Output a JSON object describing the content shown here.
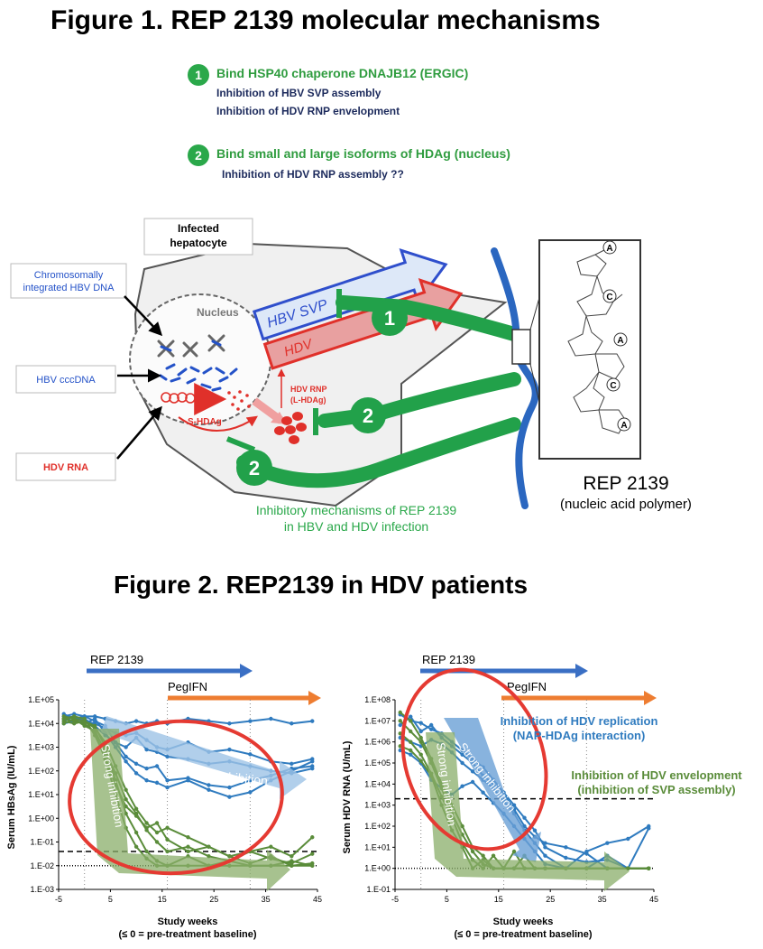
{
  "figure1": {
    "title": "Figure 1. REP 2139 molecular mechanisms",
    "mechanisms": [
      {
        "number": "1",
        "heading": "Bind HSP40 chaperone DNAJB12 (ERGIC)",
        "details": [
          "Inhibition of HBV SVP assembly",
          "Inhibition of HDV RNP envelopment"
        ]
      },
      {
        "number": "2",
        "heading": "Bind small and large isoforms of HDAg (nucleus)",
        "details": [
          "Inhibition of HDV RNP assembly ??"
        ]
      }
    ],
    "diagram": {
      "infected_hepatocyte": "Infected hepatocyte",
      "chromosomal_dna": "Chromosomally integrated HBV DNA",
      "cccdna": "HBV cccDNA",
      "hdv_rna": "HDV RNA",
      "nucleus": "Nucleus",
      "s_hdag": "S-HDAg",
      "hdv_rnp": "HDV RNP",
      "l_hdag": "(L-HDAg)",
      "hbv_svp": "HBV SVP",
      "hdv": "HDV",
      "inhibitor_labels": [
        "1",
        "2",
        "2"
      ],
      "caption_lines": [
        "Inhibitory mechanisms of REP 2139",
        "in HBV and HDV infection"
      ],
      "rep_name": "REP 2139",
      "rep_desc": "(nucleic acid polymer)",
      "structure_letters": [
        "A",
        "C",
        "A",
        "C",
        "A"
      ]
    }
  },
  "figure2": {
    "title": "Figure 2. REP2139 in HDV patients",
    "panels": [
      {
        "rep_label": "REP 2139",
        "peg_label": "PegIFN",
        "ylabel": "Serum HBsAg (IU/mL)",
        "xlabel": "Study weeks",
        "xnote": "(≤ 0 = pre-treatment baseline)",
        "annotations": [
          "Strong inhibition",
          "Mild inhibition"
        ]
      },
      {
        "rep_label": "REP 2139",
        "peg_label": "PegIFN",
        "ylabel": "Serum HDV RNA (U/mL)",
        "xlabel": "Study weeks",
        "xnote": "(≤ 0 = pre-treatment baseline)",
        "annotations": [
          "Strong inhibition",
          "Strong inhibition",
          "Inhibition of HDV replication",
          "(NAP-HDAg interaction)",
          "Inhibition of HDV envelopment",
          "(inhibition of SVP assembly)"
        ]
      }
    ]
  },
  "chart_data": [
    {
      "type": "line",
      "ylabel": "Serum HBsAg (IU/mL)",
      "xlabel": "Study weeks",
      "x_ticks": [
        -5,
        5,
        15,
        25,
        35,
        45
      ],
      "y_ticks": [
        "1.E-03",
        "1.E-02",
        "1.E-01",
        "1.E+00",
        "1.E+01",
        "1.E+02",
        "1.E+03",
        "1.E+04",
        "1.E+05"
      ],
      "xlim": [
        -5,
        45
      ],
      "ylim_log10": [
        -3,
        5
      ],
      "colors": {
        "blue": "#2f7bbf",
        "green": "#5a8c3a"
      },
      "series": [
        {
          "color": "blue",
          "x": [
            -4,
            -2,
            0,
            2,
            4,
            6,
            8,
            10,
            12,
            14,
            16,
            20,
            24,
            28,
            32,
            36,
            40,
            44
          ],
          "y_log10": [
            4.3,
            4.4,
            4.3,
            4.3,
            4.2,
            4.1,
            4.0,
            4.1,
            4.0,
            4.1,
            4.0,
            4.2,
            4.1,
            4.0,
            4.1,
            4.2,
            4.0,
            4.1
          ]
        },
        {
          "color": "blue",
          "x": [
            -4,
            -2,
            0,
            2,
            4,
            6,
            8,
            10,
            12,
            14,
            16,
            20,
            24,
            28,
            32,
            36,
            40,
            44
          ],
          "y_log10": [
            4.2,
            4.3,
            4.1,
            4.0,
            3.8,
            3.6,
            3.5,
            3.6,
            3.3,
            3.0,
            2.9,
            3.2,
            2.8,
            2.9,
            2.7,
            2.4,
            2.3,
            2.5
          ]
        },
        {
          "color": "blue",
          "x": [
            -4,
            -2,
            0,
            2,
            4,
            6,
            8,
            10,
            12,
            14,
            16,
            20,
            24,
            28,
            32,
            36,
            40,
            44
          ],
          "y_log10": [
            4.0,
            4.1,
            4.2,
            3.9,
            3.5,
            3.2,
            3.0,
            3.4,
            2.9,
            2.8,
            2.6,
            2.5,
            2.3,
            2.4,
            2.2,
            2.0,
            1.9,
            2.1
          ]
        },
        {
          "color": "blue",
          "x": [
            -4,
            -2,
            0,
            2,
            4,
            6,
            8,
            10,
            12,
            14,
            16,
            20,
            24,
            28,
            32,
            36,
            40,
            44
          ],
          "y_log10": [
            4.4,
            4.2,
            4.3,
            4.1,
            3.9,
            3.2,
            2.6,
            2.3,
            2.1,
            2.2,
            1.6,
            1.7,
            1.4,
            1.3,
            1.6,
            1.8,
            2.1,
            2.2
          ]
        },
        {
          "color": "blue",
          "x": [
            -4,
            -2,
            0,
            2,
            4,
            6,
            8,
            10,
            12,
            14,
            16,
            20,
            24,
            28,
            32,
            36,
            40,
            44
          ],
          "y_log10": [
            4.1,
            4.3,
            4.0,
            4.2,
            3.6,
            3.0,
            2.4,
            1.9,
            1.6,
            1.5,
            1.3,
            1.6,
            1.2,
            0.9,
            1.1,
            1.6,
            2.0,
            2.4
          ]
        },
        {
          "color": "green",
          "x": [
            -4,
            -2,
            0,
            2,
            4,
            6,
            8,
            10,
            12,
            14,
            16,
            20,
            24,
            28,
            32,
            36,
            40,
            44
          ],
          "y_log10": [
            4.2,
            4.1,
            4.0,
            3.6,
            2.5,
            1.0,
            -0.4,
            -1.2,
            -1.7,
            -2.0,
            -2.0,
            -2.0,
            -2.0,
            -2.0,
            -2.0,
            -2.0,
            -2.0,
            -2.0
          ]
        },
        {
          "color": "green",
          "x": [
            -4,
            -2,
            0,
            2,
            4,
            6,
            8,
            10,
            12,
            14,
            16,
            20,
            24,
            28,
            32,
            36,
            40,
            44
          ],
          "y_log10": [
            4.3,
            4.2,
            4.1,
            3.9,
            3.0,
            1.6,
            0.2,
            -0.6,
            -1.4,
            -1.8,
            -2.0,
            -1.6,
            -2.0,
            -1.8,
            -2.0,
            -2.0,
            -1.8,
            -2.0
          ]
        },
        {
          "color": "green",
          "x": [
            -4,
            -2,
            0,
            2,
            4,
            6,
            8,
            10,
            12,
            14,
            16,
            20,
            24,
            28,
            32,
            36,
            40,
            44
          ],
          "y_log10": [
            4.0,
            4.2,
            3.9,
            3.7,
            2.8,
            1.9,
            0.8,
            0.2,
            -0.5,
            -1.0,
            -1.4,
            -1.2,
            -1.6,
            -1.8,
            -1.4,
            -1.7,
            -1.9,
            -1.5
          ]
        },
        {
          "color": "green",
          "x": [
            -4,
            -2,
            0,
            2,
            4,
            6,
            8,
            10,
            12,
            14,
            16,
            20,
            24,
            28,
            32,
            36,
            40,
            44
          ],
          "y_log10": [
            4.1,
            4.0,
            4.1,
            3.8,
            3.2,
            2.2,
            1.2,
            0.4,
            -0.2,
            -0.6,
            -0.4,
            -0.8,
            -1.2,
            -1.6,
            -1.4,
            -1.2,
            -1.6,
            -0.8
          ]
        },
        {
          "color": "green",
          "x": [
            -4,
            -2,
            0,
            2,
            4,
            6,
            8,
            10,
            12,
            14,
            16,
            20,
            24,
            28,
            32,
            36,
            40,
            44
          ],
          "y_log10": [
            4.2,
            4.3,
            4.2,
            3.5,
            2.6,
            1.4,
            0.5,
            0.1,
            -0.4,
            -0.2,
            -0.9,
            -1.4,
            -1.2,
            -1.6,
            -1.9,
            -1.6,
            -2.0,
            -1.9
          ]
        }
      ]
    },
    {
      "type": "line",
      "ylabel": "Serum HDV RNA (U/mL)",
      "xlabel": "Study weeks",
      "x_ticks": [
        -5,
        5,
        15,
        25,
        35,
        45
      ],
      "y_ticks": [
        "1.E-01",
        "1.E+00",
        "1.E+01",
        "1.E+02",
        "1.E+03",
        "1.E+04",
        "1.E+05",
        "1.E+06",
        "1.E+07",
        "1.E+08"
      ],
      "xlim": [
        -5,
        45
      ],
      "ylim_log10": [
        -1,
        8
      ],
      "colors": {
        "blue": "#2f7bbf",
        "green": "#5a8c3a"
      },
      "series": [
        {
          "color": "blue",
          "x": [
            -4,
            -2,
            0,
            2,
            4,
            6,
            8,
            10,
            12,
            14,
            16,
            18,
            20,
            22,
            24,
            28,
            32,
            36,
            40,
            44
          ],
          "y_log10": [
            7.3,
            7.0,
            6.9,
            6.6,
            6.4,
            6.0,
            5.6,
            5.2,
            4.8,
            4.2,
            3.6,
            3.0,
            2.4,
            1.8,
            1.0,
            0.5,
            0.3,
            0.4,
            0.0,
            0.0
          ]
        },
        {
          "color": "blue",
          "x": [
            -4,
            -2,
            0,
            2,
            4,
            6,
            8,
            10,
            12,
            14,
            16,
            18,
            20,
            22,
            24,
            28,
            32,
            36,
            40,
            44
          ],
          "y_log10": [
            6.8,
            7.2,
            6.5,
            6.8,
            6.2,
            5.8,
            5.4,
            5.0,
            4.4,
            4.0,
            3.5,
            2.8,
            2.0,
            1.5,
            1.2,
            1.0,
            0.7,
            0.0,
            0.0,
            0.0
          ]
        },
        {
          "color": "blue",
          "x": [
            -4,
            -2,
            0,
            2,
            4,
            6,
            8,
            10,
            12,
            14,
            16,
            18,
            20,
            22,
            24,
            28,
            32,
            36,
            40,
            44
          ],
          "y_log10": [
            6.2,
            6.0,
            5.8,
            6.1,
            5.9,
            5.5,
            5.0,
            4.6,
            4.2,
            3.8,
            3.2,
            2.6,
            1.8,
            1.2,
            0.6,
            0.0,
            0.8,
            1.2,
            1.4,
            2.0
          ]
        },
        {
          "color": "blue",
          "x": [
            -4,
            -2,
            0,
            2,
            4,
            6,
            8,
            10,
            12,
            14,
            16,
            18,
            20,
            22,
            24,
            28,
            32,
            36,
            40,
            44
          ],
          "y_log10": [
            5.6,
            5.4,
            5.0,
            4.2,
            3.8,
            3.5,
            3.9,
            4.1,
            3.6,
            3.1,
            2.6,
            2.0,
            1.4,
            0.8,
            0.2,
            0.0,
            0.0,
            0.6,
            0.0,
            1.9
          ]
        },
        {
          "color": "green",
          "x": [
            -4,
            -2,
            0,
            2,
            4,
            6,
            8,
            10,
            12,
            14,
            16,
            18,
            20,
            22,
            24,
            28,
            32,
            36,
            40,
            44
          ],
          "y_log10": [
            7.0,
            6.5,
            6.0,
            5.0,
            3.8,
            2.6,
            1.6,
            0.8,
            0.2,
            0.0,
            0.0,
            0.0,
            0.0,
            0.0,
            0.0,
            0.0,
            0.0,
            0.0,
            0.0,
            0.0
          ]
        },
        {
          "color": "green",
          "x": [
            -4,
            -2,
            0,
            2,
            4,
            6,
            8,
            10,
            12,
            14,
            16,
            18,
            20,
            22,
            24,
            28,
            32,
            36,
            40,
            44
          ],
          "y_log10": [
            6.4,
            6.0,
            5.4,
            4.5,
            3.4,
            2.4,
            1.2,
            0.4,
            0.0,
            0.6,
            0.0,
            0.8,
            0.0,
            0.0,
            0.0,
            0.0,
            0.0,
            0.0,
            0.0,
            0.0
          ]
        },
        {
          "color": "green",
          "x": [
            -4,
            -2,
            0,
            2,
            4,
            6,
            8,
            10,
            12,
            14,
            16,
            18,
            20,
            22,
            24,
            28,
            32,
            36,
            40,
            44
          ],
          "y_log10": [
            5.8,
            5.6,
            5.1,
            4.4,
            3.0,
            1.8,
            1.0,
            0.0,
            0.4,
            0.0,
            0.0,
            0.0,
            0.6,
            0.0,
            0.0,
            0.0,
            0.0,
            0.0,
            0.0,
            0.0
          ]
        },
        {
          "color": "green",
          "x": [
            -4,
            -2,
            0,
            2,
            4,
            6,
            8,
            10,
            12,
            14,
            16,
            18,
            20,
            22,
            24,
            28,
            32,
            36,
            40,
            44
          ],
          "y_log10": [
            7.4,
            7.0,
            6.2,
            5.2,
            4.0,
            3.0,
            2.0,
            1.0,
            0.6,
            0.0,
            0.0,
            0.0,
            0.0,
            0.0,
            0.0,
            0.0,
            0.0,
            0.0,
            0.0,
            0.0
          ]
        }
      ]
    }
  ]
}
